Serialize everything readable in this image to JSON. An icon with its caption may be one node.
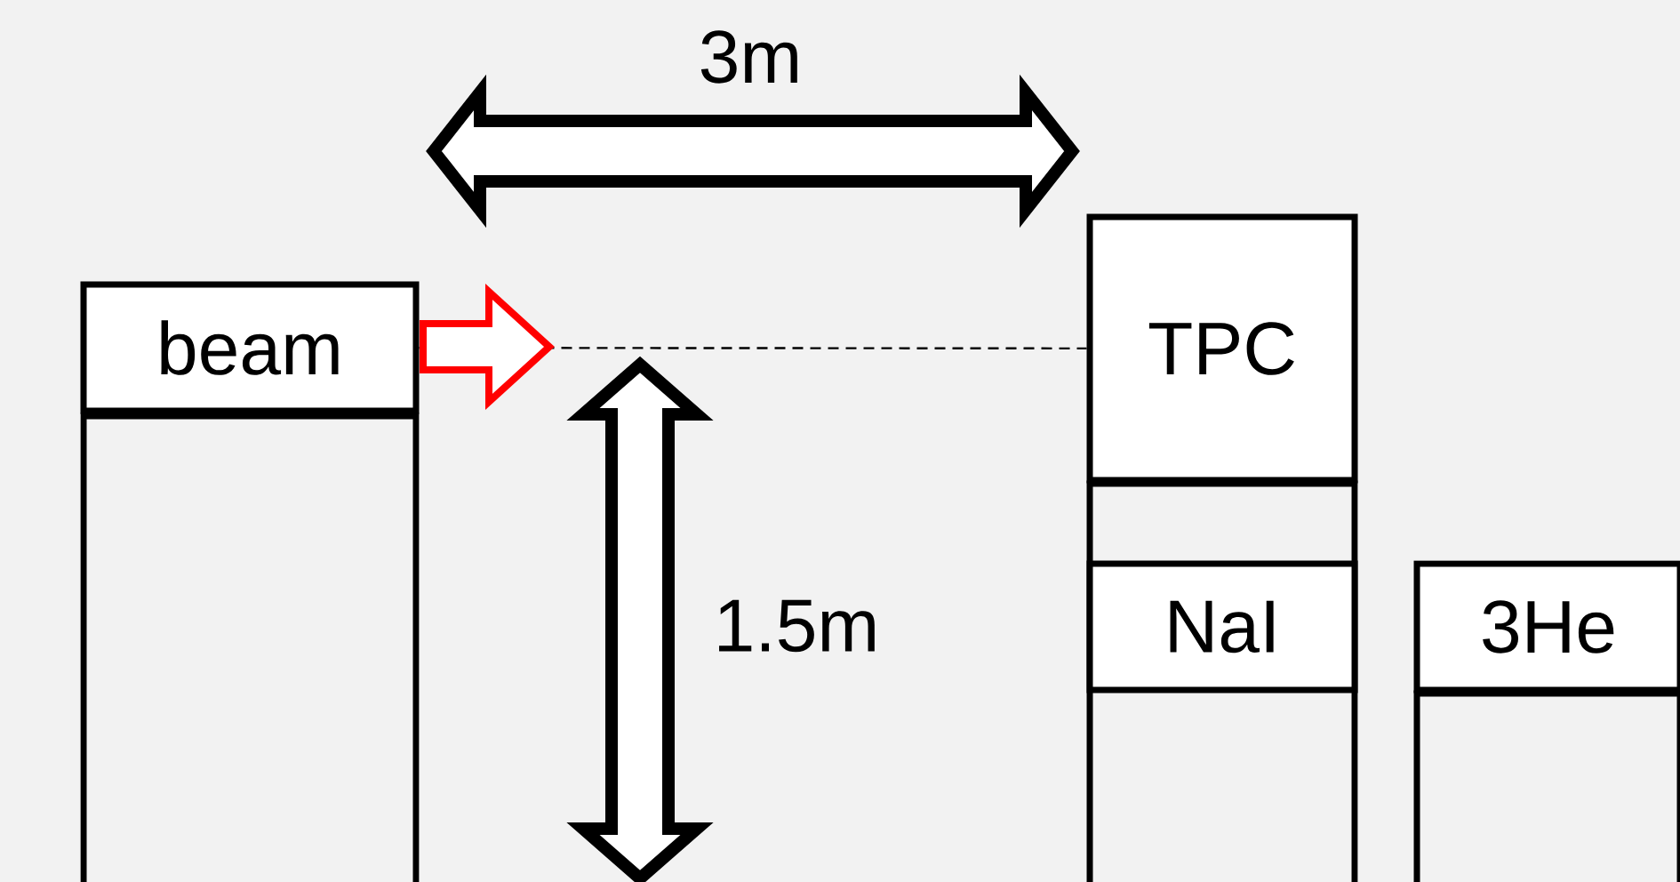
{
  "diagram": {
    "nodes": [
      {
        "text": [
          "beam"
        ]
      },
      {
        "text": [
          "TPC"
        ]
      },
      {
        "text": [
          "NaI"
        ],
        "in": 5
      },
      {
        "text": [
          "3He"
        ]
      },
      {
        "text": [],
        "shape": "box"
      },
      {
        "text": [],
        "shape": "box"
      },
      {
        "text": [],
        "shape": "box"
      }
    ],
    "edges": [
      {
        "from": 0,
        "to": 1,
        "arrow": "none",
        "style": "dashed"
      }
    ],
    "labels": [
      "3m",
      "1.5m"
    ]
  }
}
